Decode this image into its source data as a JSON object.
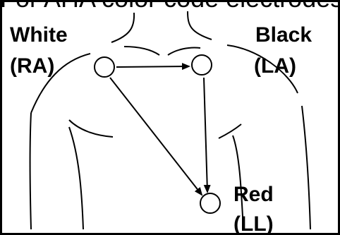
{
  "header": {
    "title_fragment": "For AHA color code electrodes"
  },
  "electrodes": {
    "ra": {
      "name": "White",
      "code": "(RA)",
      "color": "#ffffff"
    },
    "la": {
      "name": "Black",
      "code": "(LA)",
      "color": "#000000"
    },
    "ll": {
      "name": "Red",
      "code": "(LL)",
      "color": "#ff0000"
    }
  },
  "leads": [
    {
      "from": "ra",
      "to": "la"
    },
    {
      "from": "ra",
      "to": "ll"
    },
    {
      "from": "la",
      "to": "ll"
    }
  ]
}
